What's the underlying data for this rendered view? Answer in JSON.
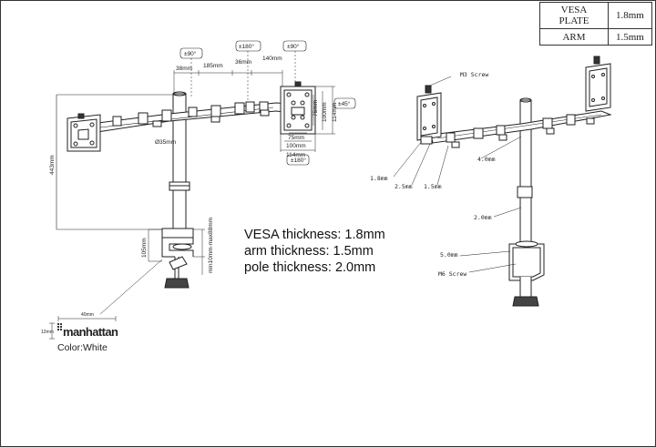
{
  "spec_table": {
    "rows": [
      {
        "part": "VESA PLATE",
        "value": "1.8mm"
      },
      {
        "part": "ARM",
        "value": "1.5mm"
      }
    ]
  },
  "thickness_notes": {
    "vesa": "VESA thickness: 1.8mm",
    "arm": "arm thickness: 1.5mm",
    "pole": "pole thickness: 2.0mm"
  },
  "left_view": {
    "rot_left": "±90°",
    "rot_mid": "±180°",
    "rot_right": "±90°",
    "dim_38": "38mm",
    "dim_185": "185mm",
    "dim_36": "36mm",
    "dim_140": "140mm",
    "dim_443": "443mm",
    "pole_dia": "Ø35mm",
    "dim_105": "105mm",
    "clamp_range": "min10mm-max88mm",
    "vesa_75_v": "75mm",
    "vesa_100_v": "100mm",
    "vesa_114_v": "114mm",
    "vesa_75_h": "75mm",
    "vesa_100_h": "100mm",
    "vesa_114_h": "114mm",
    "tilt": "±45°",
    "swivel": "±180°"
  },
  "right_view": {
    "m3": "M3 Screw",
    "t18": "1.8mm",
    "t25": "2.5mm",
    "t15": "1.5mm",
    "t40": "4.0mm",
    "t20": "2.0mm",
    "t50": "5.0mm",
    "m6": "M6 Screw"
  },
  "logo": {
    "width": "40mm",
    "height": "12mm",
    "brand": "manhattan",
    "color_label": "Color:White"
  }
}
